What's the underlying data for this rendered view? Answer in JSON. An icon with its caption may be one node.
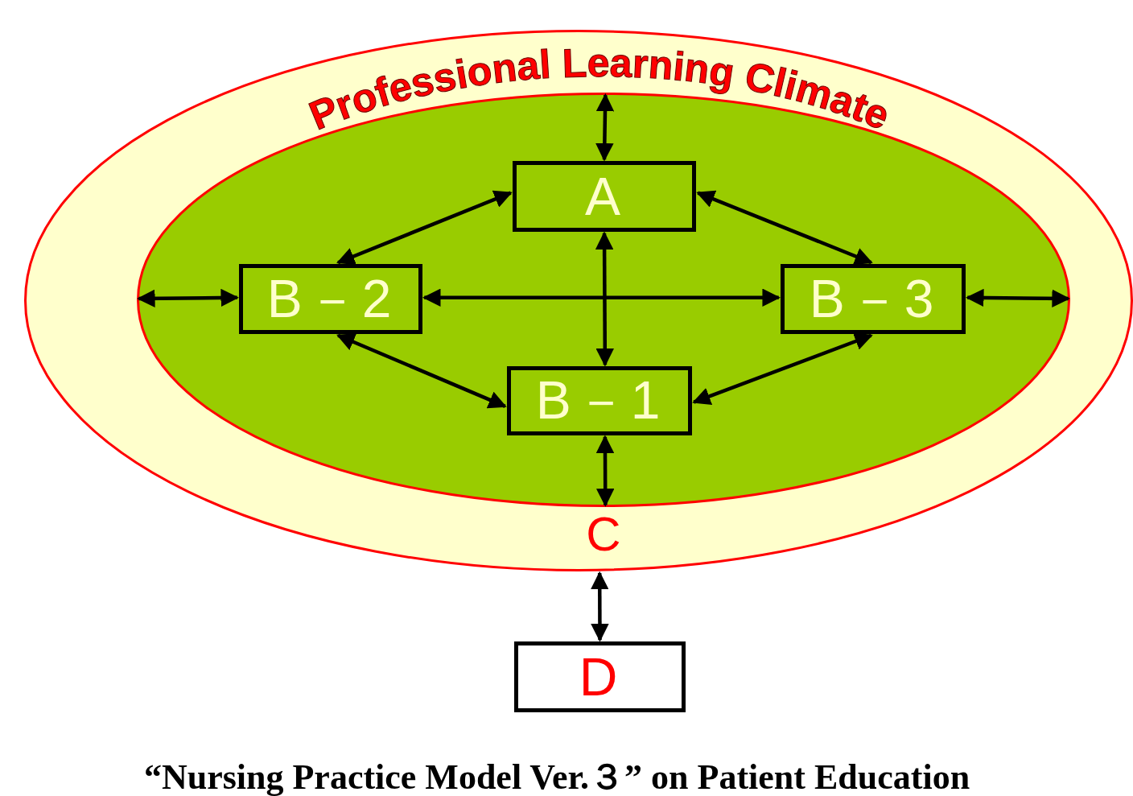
{
  "diagram": {
    "caption": "“Nursing Practice Model Ver.３” on Patient Education",
    "nodes": [
      {
        "text": [
          "Professional Learning Climate"
        ]
      },
      {
        "text": [
          "C"
        ],
        "in": 0
      },
      {
        "text": [
          "A"
        ],
        "in": 1
      },
      {
        "text": [
          "B－2"
        ],
        "in": 1
      },
      {
        "text": [
          "B－3"
        ],
        "in": 1
      },
      {
        "text": [
          "B－1"
        ],
        "in": 1
      },
      {
        "text": [
          "D"
        ]
      }
    ],
    "edges": [
      {
        "from": 1,
        "to": 2,
        "arrow": "both"
      },
      {
        "from": 2,
        "to": 3,
        "arrow": "both"
      },
      {
        "from": 2,
        "to": 4,
        "arrow": "both"
      },
      {
        "from": 2,
        "to": 5,
        "arrow": "both"
      },
      {
        "from": 3,
        "to": 4,
        "arrow": "both"
      },
      {
        "from": 3,
        "to": 5,
        "arrow": "both"
      },
      {
        "from": 4,
        "to": 5,
        "arrow": "both"
      },
      {
        "from": 1,
        "to": 3,
        "arrow": "both"
      },
      {
        "from": 4,
        "to": 1,
        "arrow": "both"
      },
      {
        "from": 5,
        "to": 1,
        "arrow": "both"
      },
      {
        "from": 0,
        "to": 6,
        "arrow": "both"
      }
    ]
  }
}
